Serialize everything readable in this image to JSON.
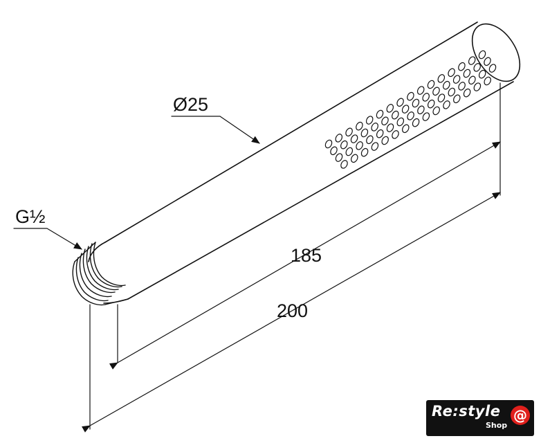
{
  "drawing": {
    "diameter_label": "Ø25",
    "thread_label": "G½",
    "length_inner_label": "185",
    "length_total_label": "200",
    "line_color": "#111111"
  },
  "logo": {
    "main": "Re:style",
    "sub": "Shop",
    "badge": "@",
    "badge_color": "#e0201c"
  }
}
